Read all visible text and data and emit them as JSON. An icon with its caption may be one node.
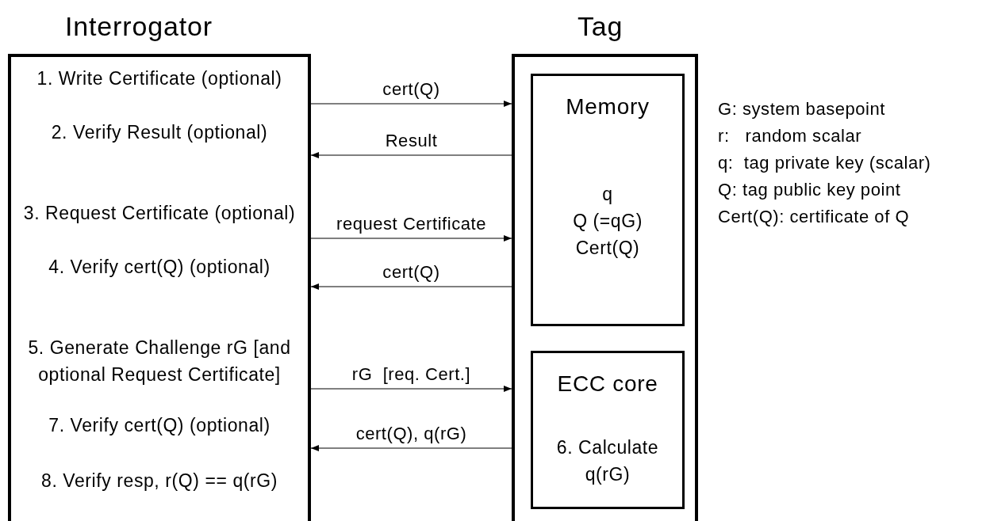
{
  "diagram": {
    "nodes": [
      {
        "text": [
          "Interrogator",
          "1. Write Certificate (optional)",
          "2. Verify Result (optional)",
          "3. Request Certificate (optional)",
          "4. Verify cert(Q) (optional)",
          "5. Generate Challenge rG [and optional Request Certificate]",
          "7. Verify cert(Q) (optional)",
          "8. Verify resp, r(Q) == q(rG)"
        ]
      },
      {
        "text": [
          "Tag"
        ]
      },
      {
        "text": [
          "Memory",
          "q",
          "Q (=qG)",
          "Cert(Q)"
        ],
        "in": 1
      },
      {
        "text": [
          "ECC core",
          "6. Calculate q(rG)"
        ],
        "in": 1
      }
    ],
    "edges": [
      {
        "from": 0,
        "to": 1,
        "arrow": "to",
        "label": "cert(Q)"
      },
      {
        "from": 1,
        "to": 0,
        "arrow": "to",
        "label": "Result"
      },
      {
        "from": 0,
        "to": 1,
        "arrow": "to",
        "label": "request Certificate"
      },
      {
        "from": 1,
        "to": 0,
        "arrow": "to",
        "label": "cert(Q)"
      },
      {
        "from": 0,
        "to": 1,
        "arrow": "to",
        "label": "rG  [req. Cert.]"
      },
      {
        "from": 1,
        "to": 0,
        "arrow": "to",
        "label": "cert(Q), q(rG)"
      }
    ],
    "labels": [
      "G: system basepoint",
      "r:   random scalar",
      "q:  tag private key (scalar)",
      "Q: tag public key point",
      "Cert(Q): certificate of Q"
    ]
  }
}
